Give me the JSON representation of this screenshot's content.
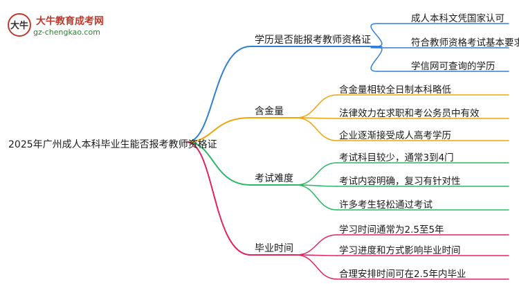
{
  "logo": {
    "title": "大牛教育成考网",
    "url": "gz-chengkao.com",
    "mark_text": "大牛"
  },
  "root": {
    "label": "2025年广州成人本科毕业生能否报考教师资格证"
  },
  "branches": [
    {
      "label": "学历是否能报考教师资格证",
      "color": "#2f7fd6",
      "leaves": [
        "成人本科文凭国家认可",
        "符合教师资格考试基本要求",
        "学信网可查询的学历"
      ]
    },
    {
      "label": "含金量",
      "color": "#f0a30a",
      "leaves": [
        "含金量相较全日制本科略低",
        "法律效力在求职和考公务员中有效",
        "企业逐渐接受成人高考学历"
      ]
    },
    {
      "label": "考试难度",
      "color": "#27b865",
      "leaves": [
        "考试科目较少，通常3到4门",
        "考试内容明确，复习有针对性",
        "许多考生轻松通过考试"
      ]
    },
    {
      "label": "毕业时间",
      "color": "#e0245e",
      "leaves": [
        "学习时间通常为2.5至5年",
        "学习进度和方式影响毕业时间",
        "合理安排时间可在2.5年内毕业"
      ]
    }
  ]
}
